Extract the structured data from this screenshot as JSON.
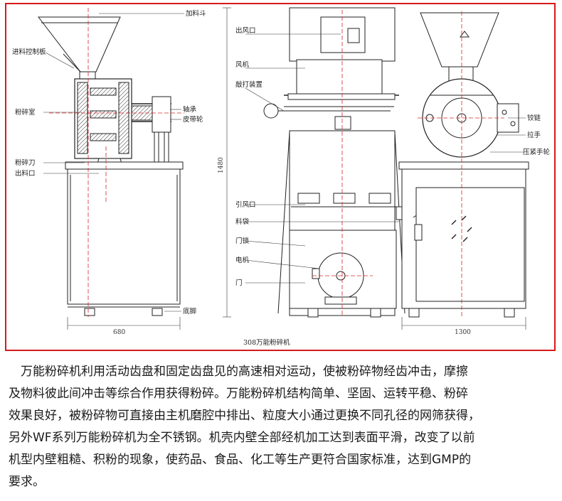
{
  "diagram": {
    "caption": "308万能粉碎机",
    "labels": {
      "hopper": "加料斗",
      "feed_control": "进料控制板",
      "crush_chamber": "粉碎室",
      "crush_blade": "粉碎刀",
      "outlet": "出料口",
      "bearing": "轴承",
      "belt_pulley": "皮带轮",
      "air_outlet": "出风口",
      "fan": "风机",
      "shake_device": "敲打装置",
      "air_inlet": "引风口",
      "material_bag": "料袋",
      "door_lock": "门锁",
      "motor": "电机",
      "door": "门",
      "hinge": "铰链",
      "handle": "拉手",
      "tension_wheel": "压紧手轮",
      "base": "底脚"
    },
    "dimensions": {
      "left_width": "680",
      "height": "1480",
      "right_width": "1300"
    },
    "colors": {
      "frame": "#d7191c",
      "centerline": "#d62728",
      "line": "#222222"
    }
  },
  "description": [
    "　万能粉碎机利用活动齿盘和固定齿盘见的高速相对运动，使被粉碎物经齿冲击，摩擦",
    "及物料彼此间冲击等综合作用获得粉碎。万能粉碎机结构简单、坚固、运转平稳、粉碎",
    "效果良好，被粉碎物可直接由主机磨腔中排出、粒度大小通过更换不同孔径的网筛获得，",
    "另外WF系列万能粉碎机为全不锈钢。机壳内壁全部经机加工达到表面平滑，改变了以前",
    "机型内壁粗糙、积粉的现象，使药品、食品、化工等生产更符合国家标准，达到GMP的",
    "要求。"
  ]
}
